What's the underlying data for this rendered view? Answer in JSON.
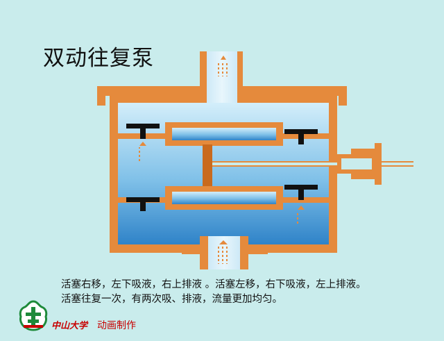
{
  "title": "双动往复泵",
  "caption": {
    "line1": "活塞右移，左下吸液，右上排液 。活塞左移，右下吸液，左上排液。",
    "line2": "活塞往复一次，有两次吸、排液，流量更加均匀。"
  },
  "footer": {
    "school": "中山大学",
    "credit": "动画制作"
  },
  "colors": {
    "background": "#c9ecec",
    "casing": "#e58a3c",
    "liquid_light": "#b8dff3",
    "liquid_dark": "#2f83c8",
    "valve": "#111111",
    "piston": "#c96a1e",
    "text_accent": "#c80000",
    "logo_green": "#1e8a3a"
  }
}
